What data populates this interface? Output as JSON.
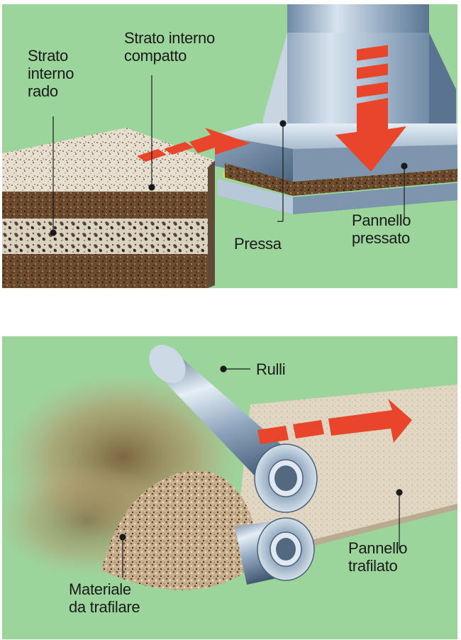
{
  "colors": {
    "background_green": "#9bd59c",
    "arrow_red": "#e8452a",
    "steel": "#9fb4c8",
    "chip_light": "#e3dccb",
    "chip_dark": "#6b4a2d",
    "glow_yellow": "#f4e31a"
  },
  "top": {
    "label_loose_core": [
      "Strato",
      "interno",
      "rado"
    ],
    "label_compact_core": [
      "Strato interno",
      "compatto"
    ],
    "label_press": "Pressa",
    "label_pressed_panel": [
      "Pannello",
      "pressato"
    ]
  },
  "bottom": {
    "label_rolls": "Rulli",
    "label_extruded_panel": [
      "Pannello",
      "trafilato"
    ],
    "label_material": [
      "Materiale",
      "da trafilare"
    ]
  }
}
